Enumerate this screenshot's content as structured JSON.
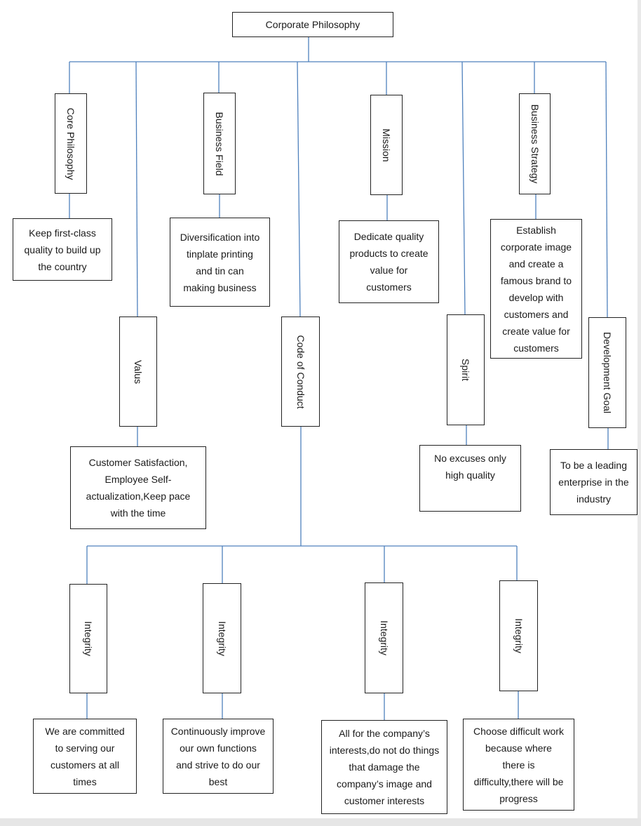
{
  "root": "Corporate Philosophy",
  "categories": [
    {
      "label": "Core Philosophy",
      "detail": "Keep first-class quality to build up the country"
    },
    {
      "label": "Valus",
      "detail": "Customer Satisfaction, Employee Self-actualization,Keep pace with the time"
    },
    {
      "label": "Business Field",
      "detail": "Diversification into tinplate printing and tin can making business"
    },
    {
      "label": "Code of Conduct",
      "detail": ""
    },
    {
      "label": "Mission",
      "detail": "Dedicate quality products to create value for customers"
    },
    {
      "label": "Spirit",
      "detail": "No excuses only high quality"
    },
    {
      "label": "Business Strategy",
      "detail": "Establish corporate image and create a famous brand to develop with customers and create value for customers"
    },
    {
      "label": "Development Goal",
      "detail": "To be a leading enterprise in the industry"
    }
  ],
  "conduct": [
    {
      "label": "Integrity",
      "detail": "We are committed to serving our customers at all times"
    },
    {
      "label": "Integrity",
      "detail": "Continuously improve our own functions and strive to do our best"
    },
    {
      "label": "Integrity",
      "detail": "All for the company’s interests,do not do things that damage the company’s image and customer interests"
    },
    {
      "label": "Integrity",
      "detail": "Choose difficult work because where there is difficulty,there will be progress"
    }
  ],
  "colors": {
    "connector": "#4f81bd",
    "border": "#222222"
  }
}
